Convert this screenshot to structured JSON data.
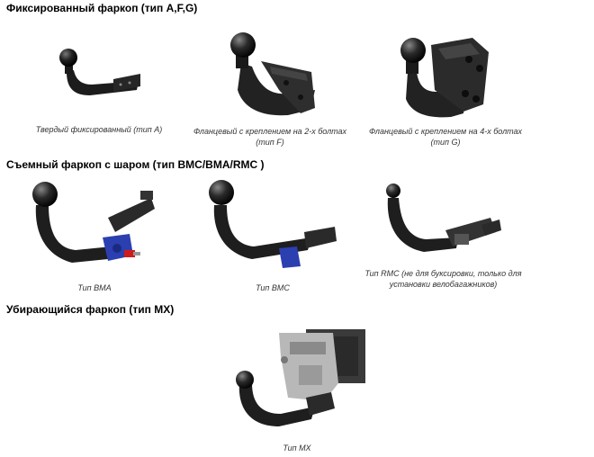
{
  "sections": [
    {
      "heading": "Фиксированный фаркоп (тип A,F,G)",
      "items": [
        {
          "icon": "fixed-towbar-icon",
          "caption": "Твердый фиксированный (тип A)"
        },
        {
          "icon": "flange-2-bolt-towbar-icon",
          "caption_lines": [
            "Фланцевый с креплением на 2-х болтах",
            "(тип F)"
          ]
        },
        {
          "icon": "flange-4-bolt-towbar-icon",
          "caption_lines": [
            "Фланцевый с креплением на 4-х болтах",
            "(тип G)"
          ]
        }
      ]
    },
    {
      "heading": "Съемный фаркоп с шаром (тип BMC/BMA/RMC )",
      "items": [
        {
          "icon": "removable-bma-towbar-icon",
          "caption": "Тип BMA"
        },
        {
          "icon": "removable-bmc-towbar-icon",
          "caption": "Тип BMC"
        },
        {
          "icon": "removable-rmc-towbar-icon",
          "caption_lines": [
            "Тип RMC (не для буксировки, только для",
            "установки велобагажников)"
          ]
        }
      ]
    },
    {
      "heading": "Убирающийся фаркоп (тип MX)",
      "items": [
        {
          "icon": "retractable-mx-towbar-icon",
          "caption": "Тип MX"
        }
      ]
    }
  ],
  "colors": {
    "metal": "#1c1c1c",
    "metal_highlight": "#6a6a6a",
    "lock_blue": "#2b3fb0",
    "key_red": "#d01b1b",
    "bracket_silver": "#b8b8b8"
  }
}
